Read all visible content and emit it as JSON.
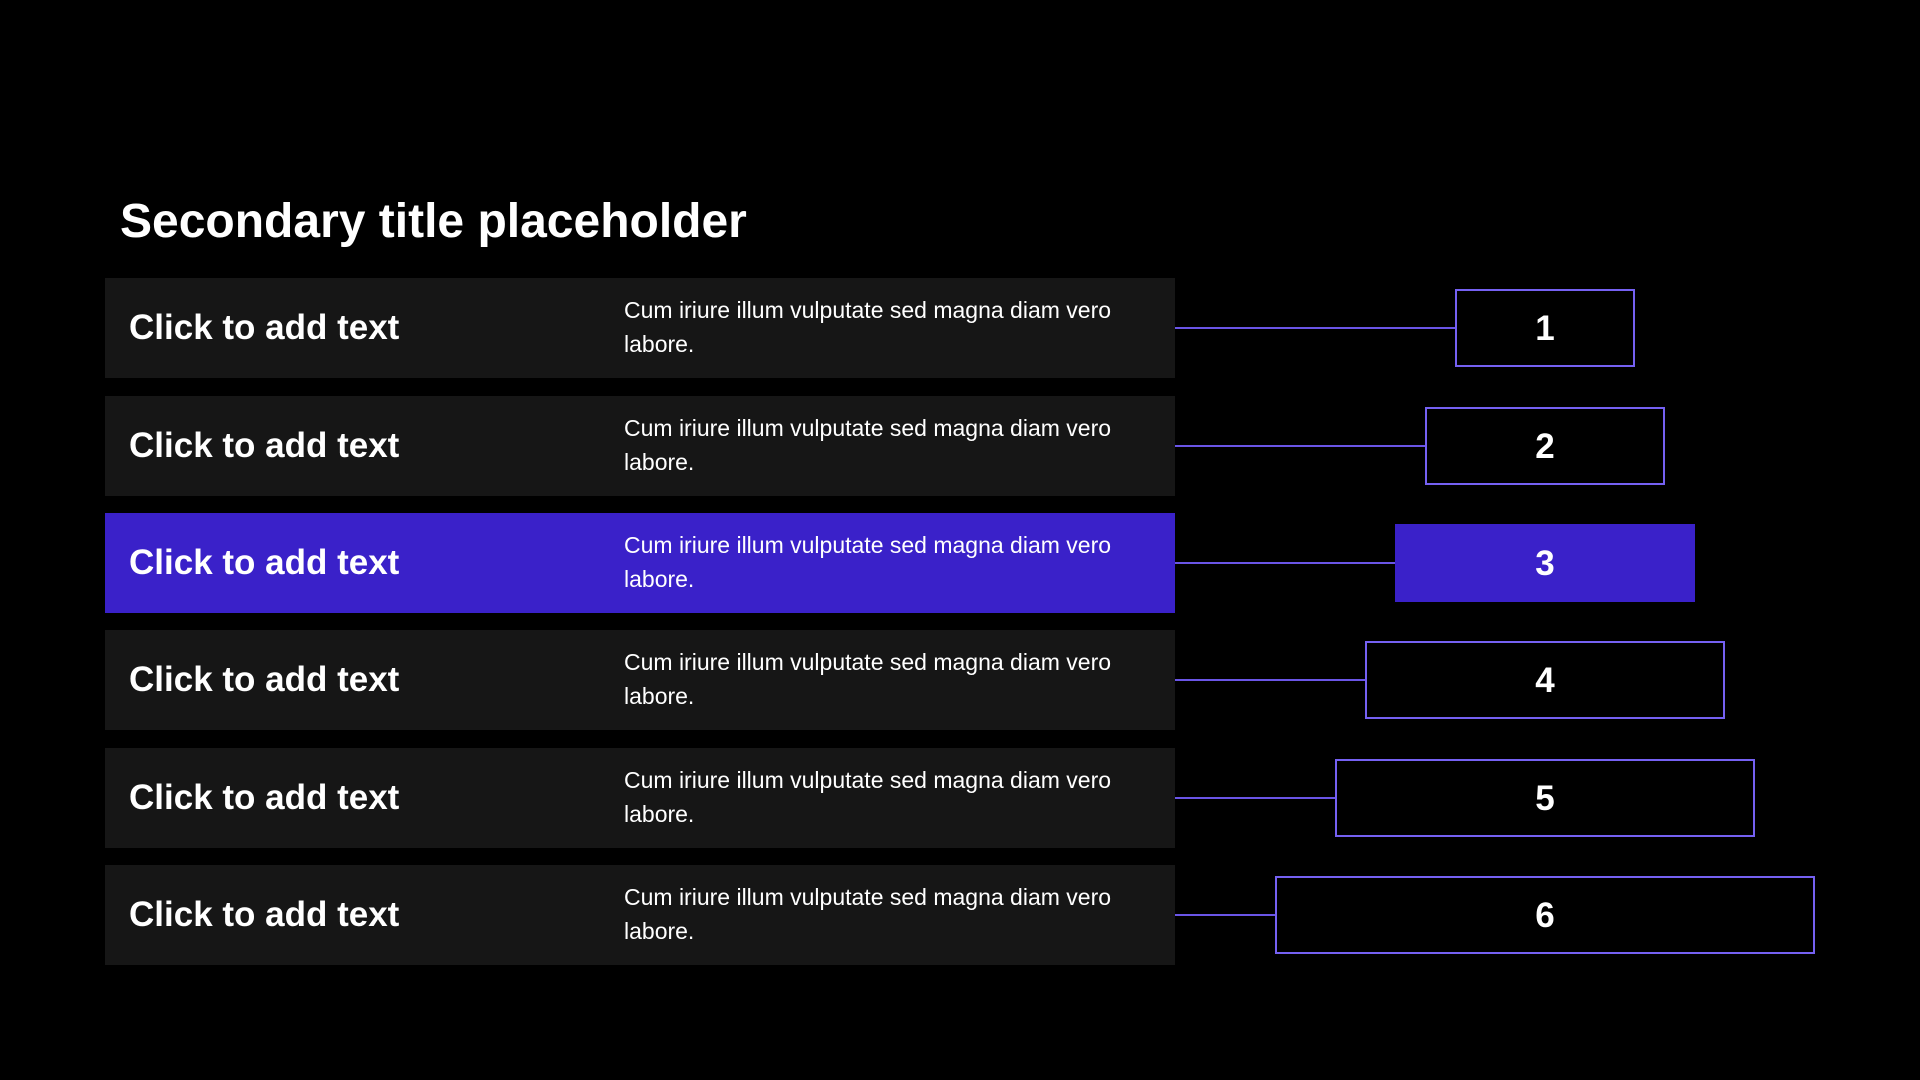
{
  "slide": {
    "title": "Secondary title placeholder",
    "accent_color": "#3a21c9",
    "outline_color": "#7561f2",
    "panel_color": "#161616",
    "background_color": "#000000",
    "highlighted_row_index": 2,
    "rows": [
      {
        "label": "Click to add text",
        "description": "Cum iriure illum vulputate sed magna diam vero labore.",
        "number": "1"
      },
      {
        "label": "Click to add text",
        "description": "Cum iriure illum vulputate sed magna diam vero labore.",
        "number": "2"
      },
      {
        "label": "Click to add text",
        "description": "Cum iriure illum vulputate sed magna diam vero labore.",
        "number": "3"
      },
      {
        "label": "Click to add text",
        "description": "Cum iriure illum vulputate sed magna diam vero labore.",
        "number": "4"
      },
      {
        "label": "Click to add text",
        "description": "Cum iriure illum vulputate sed magna diam vero labore.",
        "number": "5"
      },
      {
        "label": "Click to add text",
        "description": "Cum iriure illum vulputate sed magna diam vero labore.",
        "number": "6"
      }
    ]
  }
}
